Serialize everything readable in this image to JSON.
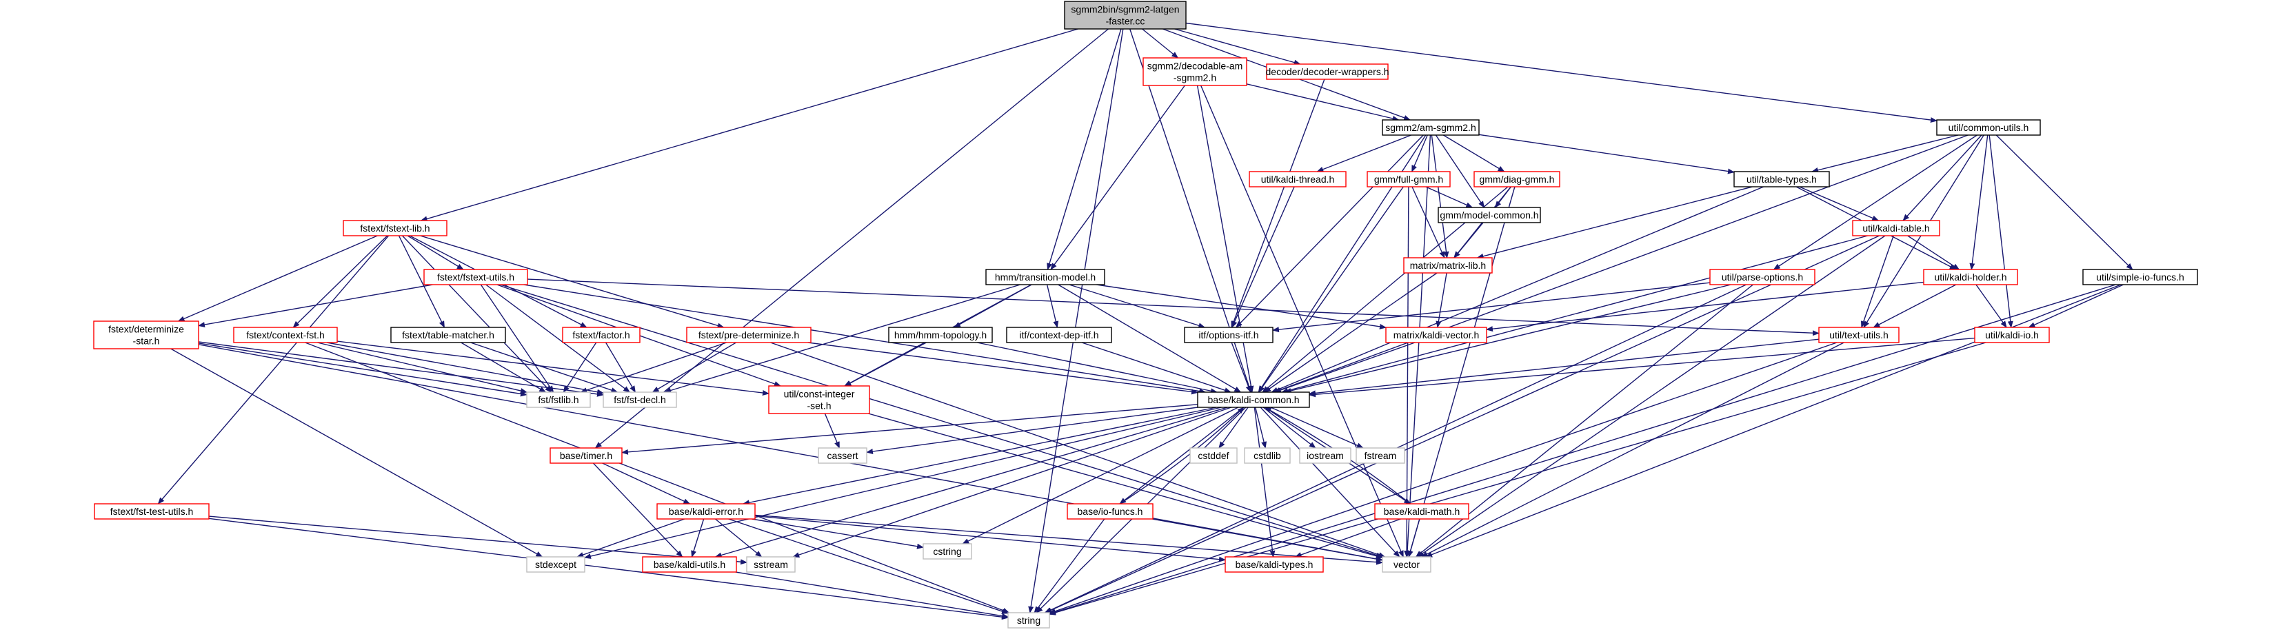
{
  "colors": {
    "root_fill": "#bfbfbf",
    "root_stroke": "#000000",
    "linked_stroke": "#ff0000",
    "local_stroke": "#000000",
    "external_stroke": "#bfbfbf",
    "external_text": "#000000",
    "edge_color": "#191970",
    "edge_include_color": "#006400"
  },
  "nodes": [
    {
      "id": "root",
      "lines": [
        "sgmm2bin/sgmm2-latgen",
        "-faster.cc"
      ],
      "kind": "root"
    },
    {
      "id": "decodable",
      "lines": [
        "sgmm2/decodable-am",
        "-sgmm2.h"
      ],
      "kind": "linked"
    },
    {
      "id": "decwrap",
      "lines": [
        "decoder/decoder-wrappers.h"
      ],
      "kind": "linked"
    },
    {
      "id": "amsgmm2",
      "lines": [
        "sgmm2/am-sgmm2.h"
      ],
      "kind": "local"
    },
    {
      "id": "commonutils",
      "lines": [
        "util/common-utils.h"
      ],
      "kind": "local"
    },
    {
      "id": "fstextlib",
      "lines": [
        "fstext/fstext-lib.h"
      ],
      "kind": "linked"
    },
    {
      "id": "kaldithread",
      "lines": [
        "util/kaldi-thread.h"
      ],
      "kind": "linked"
    },
    {
      "id": "fullgmm",
      "lines": [
        "gmm/full-gmm.h"
      ],
      "kind": "linked"
    },
    {
      "id": "diaggmm",
      "lines": [
        "gmm/diag-gmm.h"
      ],
      "kind": "linked"
    },
    {
      "id": "tabletypes",
      "lines": [
        "util/table-types.h"
      ],
      "kind": "local"
    },
    {
      "id": "modelcommon",
      "lines": [
        "gmm/model-common.h"
      ],
      "kind": "local"
    },
    {
      "id": "kalditable",
      "lines": [
        "util/kaldi-table.h"
      ],
      "kind": "linked"
    },
    {
      "id": "transmodel",
      "lines": [
        "hmm/transition-model.h"
      ],
      "kind": "local"
    },
    {
      "id": "fstextutils",
      "lines": [
        "fstext/fstext-utils.h"
      ],
      "kind": "linked"
    },
    {
      "id": "matrixlib",
      "lines": [
        "matrix/matrix-lib.h"
      ],
      "kind": "linked"
    },
    {
      "id": "parseoptions",
      "lines": [
        "util/parse-options.h"
      ],
      "kind": "linked"
    },
    {
      "id": "kaldiholder",
      "lines": [
        "util/kaldi-holder.h"
      ],
      "kind": "linked"
    },
    {
      "id": "simpleio",
      "lines": [
        "util/simple-io-funcs.h"
      ],
      "kind": "local"
    },
    {
      "id": "determinize",
      "lines": [
        "fstext/determinize",
        "-star.h"
      ],
      "kind": "linked"
    },
    {
      "id": "contextfst",
      "lines": [
        "fstext/context-fst.h"
      ],
      "kind": "linked"
    },
    {
      "id": "tablematcher",
      "lines": [
        "fstext/table-matcher.h"
      ],
      "kind": "local"
    },
    {
      "id": "factor",
      "lines": [
        "fstext/factor.h"
      ],
      "kind": "linked"
    },
    {
      "id": "predeterminize",
      "lines": [
        "fstext/pre-determinize.h"
      ],
      "kind": "linked"
    },
    {
      "id": "hmmtopology",
      "lines": [
        "hmm/hmm-topology.h"
      ],
      "kind": "local"
    },
    {
      "id": "contextdep",
      "lines": [
        "itf/context-dep-itf.h"
      ],
      "kind": "local"
    },
    {
      "id": "optionsitf",
      "lines": [
        "itf/options-itf.h"
      ],
      "kind": "local"
    },
    {
      "id": "kaldivector",
      "lines": [
        "matrix/kaldi-vector.h"
      ],
      "kind": "linked"
    },
    {
      "id": "textutils",
      "lines": [
        "util/text-utils.h"
      ],
      "kind": "linked"
    },
    {
      "id": "kaldiio",
      "lines": [
        "util/kaldi-io.h"
      ],
      "kind": "linked"
    },
    {
      "id": "fstlib",
      "lines": [
        "fst/fstlib.h"
      ],
      "kind": "external"
    },
    {
      "id": "fstdecl",
      "lines": [
        "fst/fst-decl.h"
      ],
      "kind": "external"
    },
    {
      "id": "constint",
      "lines": [
        "util/const-integer",
        "-set.h"
      ],
      "kind": "linked"
    },
    {
      "id": "kaldicommon",
      "lines": [
        "base/kaldi-common.h"
      ],
      "kind": "local"
    },
    {
      "id": "cassert",
      "lines": [
        "cassert"
      ],
      "kind": "external"
    },
    {
      "id": "cstddef",
      "lines": [
        "cstddef"
      ],
      "kind": "external"
    },
    {
      "id": "cstdlib",
      "lines": [
        "cstdlib"
      ],
      "kind": "external"
    },
    {
      "id": "iostream",
      "lines": [
        "iostream"
      ],
      "kind": "external"
    },
    {
      "id": "fstream",
      "lines": [
        "fstream"
      ],
      "kind": "external"
    },
    {
      "id": "timer",
      "lines": [
        "base/timer.h"
      ],
      "kind": "linked"
    },
    {
      "id": "fsttestutils",
      "lines": [
        "fstext/fst-test-utils.h"
      ],
      "kind": "linked"
    },
    {
      "id": "kaldierror",
      "lines": [
        "base/kaldi-error.h"
      ],
      "kind": "linked"
    },
    {
      "id": "iofuncs",
      "lines": [
        "base/io-funcs.h"
      ],
      "kind": "linked"
    },
    {
      "id": "kaldimath",
      "lines": [
        "base/kaldi-math.h"
      ],
      "kind": "linked"
    },
    {
      "id": "stdexcept",
      "lines": [
        "stdexcept"
      ],
      "kind": "external"
    },
    {
      "id": "kaldiutils",
      "lines": [
        "base/kaldi-utils.h"
      ],
      "kind": "linked"
    },
    {
      "id": "sstream",
      "lines": [
        "sstream"
      ],
      "kind": "external"
    },
    {
      "id": "cstring",
      "lines": [
        "cstring"
      ],
      "kind": "external"
    },
    {
      "id": "kalditypes",
      "lines": [
        "base/kaldi-types.h"
      ],
      "kind": "linked"
    },
    {
      "id": "vector",
      "lines": [
        "vector"
      ],
      "kind": "external"
    },
    {
      "id": "string",
      "lines": [
        "string"
      ],
      "kind": "external"
    }
  ],
  "edges": [
    [
      "root",
      "decodable"
    ],
    [
      "root",
      "decwrap"
    ],
    [
      "root",
      "amsgmm2"
    ],
    [
      "root",
      "commonutils"
    ],
    [
      "root",
      "fstextlib"
    ],
    [
      "root",
      "transmodel"
    ],
    [
      "root",
      "kaldicommon"
    ],
    [
      "root",
      "timer"
    ],
    [
      "root",
      "string"
    ],
    [
      "decodable",
      "amsgmm2"
    ],
    [
      "decodable",
      "transmodel"
    ],
    [
      "decodable",
      "kaldicommon"
    ],
    [
      "decodable",
      "vector"
    ],
    [
      "decwrap",
      "optionsitf"
    ],
    [
      "amsgmm2",
      "kaldithread"
    ],
    [
      "amsgmm2",
      "fullgmm"
    ],
    [
      "amsgmm2",
      "diaggmm"
    ],
    [
      "amsgmm2",
      "tabletypes"
    ],
    [
      "amsgmm2",
      "modelcommon"
    ],
    [
      "amsgmm2",
      "matrixlib"
    ],
    [
      "amsgmm2",
      "optionsitf"
    ],
    [
      "amsgmm2",
      "kaldicommon"
    ],
    [
      "amsgmm2",
      "vector"
    ],
    [
      "commonutils",
      "tabletypes"
    ],
    [
      "commonutils",
      "kalditable"
    ],
    [
      "commonutils",
      "parseoptions"
    ],
    [
      "commonutils",
      "kaldiholder"
    ],
    [
      "commonutils",
      "simpleio"
    ],
    [
      "commonutils",
      "textutils"
    ],
    [
      "commonutils",
      "kaldiio"
    ],
    [
      "commonutils",
      "kaldicommon"
    ],
    [
      "fstextlib",
      "determinize"
    ],
    [
      "fstextlib",
      "contextfst"
    ],
    [
      "fstextlib",
      "tablematcher"
    ],
    [
      "fstextlib",
      "factor"
    ],
    [
      "fstextlib",
      "predeterminize"
    ],
    [
      "fstextlib",
      "fstextutils"
    ],
    [
      "fstextlib",
      "fstlib"
    ],
    [
      "fstextlib",
      "fsttestutils"
    ],
    [
      "kaldithread",
      "optionsitf"
    ],
    [
      "fullgmm",
      "modelcommon"
    ],
    [
      "fullgmm",
      "matrixlib"
    ],
    [
      "fullgmm",
      "kaldicommon"
    ],
    [
      "fullgmm",
      "vector"
    ],
    [
      "diaggmm",
      "modelcommon"
    ],
    [
      "diaggmm",
      "matrixlib"
    ],
    [
      "diaggmm",
      "kaldicommon"
    ],
    [
      "diaggmm",
      "vector"
    ],
    [
      "tabletypes",
      "kalditable"
    ],
    [
      "tabletypes",
      "kaldiholder"
    ],
    [
      "tabletypes",
      "matrixlib"
    ],
    [
      "tabletypes",
      "kaldicommon"
    ],
    [
      "modelcommon",
      "matrixlib"
    ],
    [
      "kalditable",
      "kaldiholder"
    ],
    [
      "kalditable",
      "textutils"
    ],
    [
      "kalditable",
      "kaldicommon"
    ],
    [
      "kalditable",
      "vector"
    ],
    [
      "kalditable",
      "string"
    ],
    [
      "transmodel",
      "hmmtopology"
    ],
    [
      "transmodel",
      "contextdep"
    ],
    [
      "transmodel",
      "optionsitf"
    ],
    [
      "transmodel",
      "kaldivector"
    ],
    [
      "transmodel",
      "constint"
    ],
    [
      "transmodel",
      "kaldicommon"
    ],
    [
      "transmodel",
      "fstdecl"
    ],
    [
      "fstextutils",
      "fstlib"
    ],
    [
      "fstextutils",
      "fstdecl"
    ],
    [
      "fstextutils",
      "textutils"
    ],
    [
      "fstextutils",
      "kaldicommon"
    ],
    [
      "fstextutils",
      "determinize"
    ],
    [
      "fstextutils",
      "constint"
    ],
    [
      "fstextutils",
      "vector"
    ],
    [
      "matrixlib",
      "kaldivector"
    ],
    [
      "matrixlib",
      "kaldicommon"
    ],
    [
      "parseoptions",
      "optionsitf"
    ],
    [
      "parseoptions",
      "kaldicommon"
    ],
    [
      "parseoptions",
      "vector"
    ],
    [
      "parseoptions",
      "string"
    ],
    [
      "kaldiholder",
      "kaldiio"
    ],
    [
      "kaldiholder",
      "textutils"
    ],
    [
      "kaldiholder",
      "kaldivector"
    ],
    [
      "simpleio",
      "kaldiio"
    ],
    [
      "simpleio",
      "vector"
    ],
    [
      "simpleio",
      "string"
    ],
    [
      "determinize",
      "fstlib"
    ],
    [
      "determinize",
      "fstdecl"
    ],
    [
      "determinize",
      "stdexcept"
    ],
    [
      "determinize",
      "vector"
    ],
    [
      "contextfst",
      "fstlib"
    ],
    [
      "contextfst",
      "fstdecl"
    ],
    [
      "contextfst",
      "constint"
    ],
    [
      "contextfst",
      "string"
    ],
    [
      "tablematcher",
      "fstlib"
    ],
    [
      "tablematcher",
      "fstdecl"
    ],
    [
      "factor",
      "fstlib"
    ],
    [
      "factor",
      "fstdecl"
    ],
    [
      "predeterminize",
      "fstlib"
    ],
    [
      "predeterminize",
      "fstdecl"
    ],
    [
      "predeterminize",
      "kaldicommon"
    ],
    [
      "predeterminize",
      "vector"
    ],
    [
      "hmmtopology",
      "constint"
    ],
    [
      "hmmtopology",
      "kaldicommon"
    ],
    [
      "contextdep",
      "kaldicommon"
    ],
    [
      "optionsitf",
      "kaldicommon"
    ],
    [
      "kaldivector",
      "kaldicommon"
    ],
    [
      "textutils",
      "kaldicommon"
    ],
    [
      "textutils",
      "vector"
    ],
    [
      "textutils",
      "string"
    ],
    [
      "kaldiio",
      "kaldicommon"
    ],
    [
      "kaldiio",
      "string"
    ],
    [
      "constint",
      "cassert"
    ],
    [
      "constint",
      "vector"
    ],
    [
      "kaldicommon",
      "cassert"
    ],
    [
      "kaldicommon",
      "cstddef"
    ],
    [
      "kaldicommon",
      "cstdlib"
    ],
    [
      "kaldicommon",
      "iostream"
    ],
    [
      "kaldicommon",
      "fstream"
    ],
    [
      "kaldicommon",
      "timer"
    ],
    [
      "kaldicommon",
      "kaldierror"
    ],
    [
      "kaldicommon",
      "iofuncs"
    ],
    [
      "kaldicommon",
      "kaldimath"
    ],
    [
      "kaldicommon",
      "stdexcept"
    ],
    [
      "kaldicommon",
      "kaldiutils"
    ],
    [
      "kaldicommon",
      "sstream"
    ],
    [
      "kaldicommon",
      "cstring"
    ],
    [
      "kaldicommon",
      "vector"
    ],
    [
      "kaldicommon",
      "string"
    ],
    [
      "kaldicommon",
      "kalditypes"
    ],
    [
      "timer",
      "kaldierror"
    ],
    [
      "timer",
      "kaldiutils"
    ],
    [
      "fsttestutils",
      "sstream"
    ],
    [
      "fsttestutils",
      "string"
    ],
    [
      "kaldierror",
      "stdexcept"
    ],
    [
      "kaldierror",
      "kaldiutils"
    ],
    [
      "kaldierror",
      "sstream"
    ],
    [
      "kaldierror",
      "cstring"
    ],
    [
      "kaldierror",
      "vector"
    ],
    [
      "kaldierror",
      "string"
    ],
    [
      "kaldierror",
      "kalditypes"
    ],
    [
      "iofuncs",
      "kaldicommon"
    ],
    [
      "iofuncs",
      "vector"
    ],
    [
      "iofuncs",
      "string"
    ],
    [
      "kaldimath",
      "kalditypes"
    ],
    [
      "kaldimath",
      "vector"
    ],
    [
      "kaldimath",
      "kaldicommon"
    ],
    [
      "kaldiutils",
      "string"
    ]
  ]
}
